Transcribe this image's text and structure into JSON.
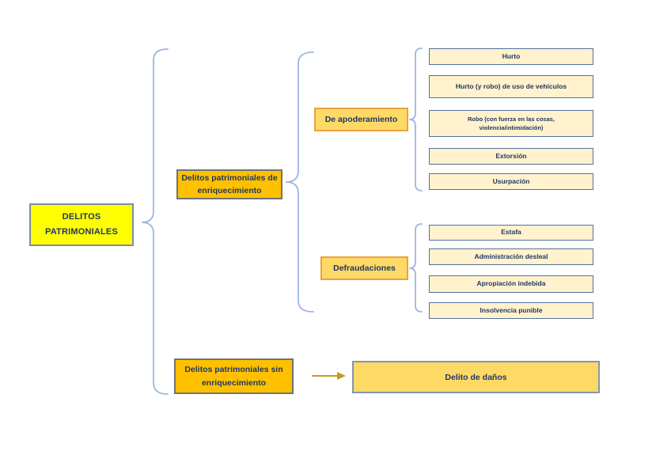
{
  "colors": {
    "root_fill": "#FFFF00",
    "root_border": "#7C8CA6",
    "branch_fill": "#FFC000",
    "branch_border": "#6F7377",
    "group_fill": "#FFD966",
    "group_border": "#E8A33D",
    "leaf_fill": "#FFF2CC",
    "leaf_border": "#53719E",
    "result_fill": "#FFD966",
    "result_border": "#8496B0",
    "brace": "#9DB6E0",
    "arrow": "#C49A24",
    "text": "#1F3864"
  },
  "root": {
    "line1": "DELITOS",
    "line2": "PATRIMONIALES"
  },
  "branches": [
    {
      "line1": "Delitos patrimoniales de",
      "line2": "enriquecimiento",
      "groups": [
        {
          "label": "De apoderamiento",
          "items": [
            {
              "line1": "Hurto"
            },
            {
              "line1": "Hurto (y robo) de uso de vehículos"
            },
            {
              "line1": "Robo (con fuerza en las cosas,",
              "line2": "violencia/intimidación)"
            },
            {
              "line1": "Extorsión"
            },
            {
              "line1": "Usurpación"
            }
          ]
        },
        {
          "label": "Defraudaciones",
          "items": [
            {
              "line1": "Estafa"
            },
            {
              "line1": "Administración desleal"
            },
            {
              "line1": "Apropiación indebida"
            },
            {
              "line1": "Insolvencia punible"
            }
          ]
        }
      ]
    },
    {
      "line1": "Delitos patrimoniales sin",
      "line2": "enriquecimiento",
      "result": "Delito de daños"
    }
  ]
}
